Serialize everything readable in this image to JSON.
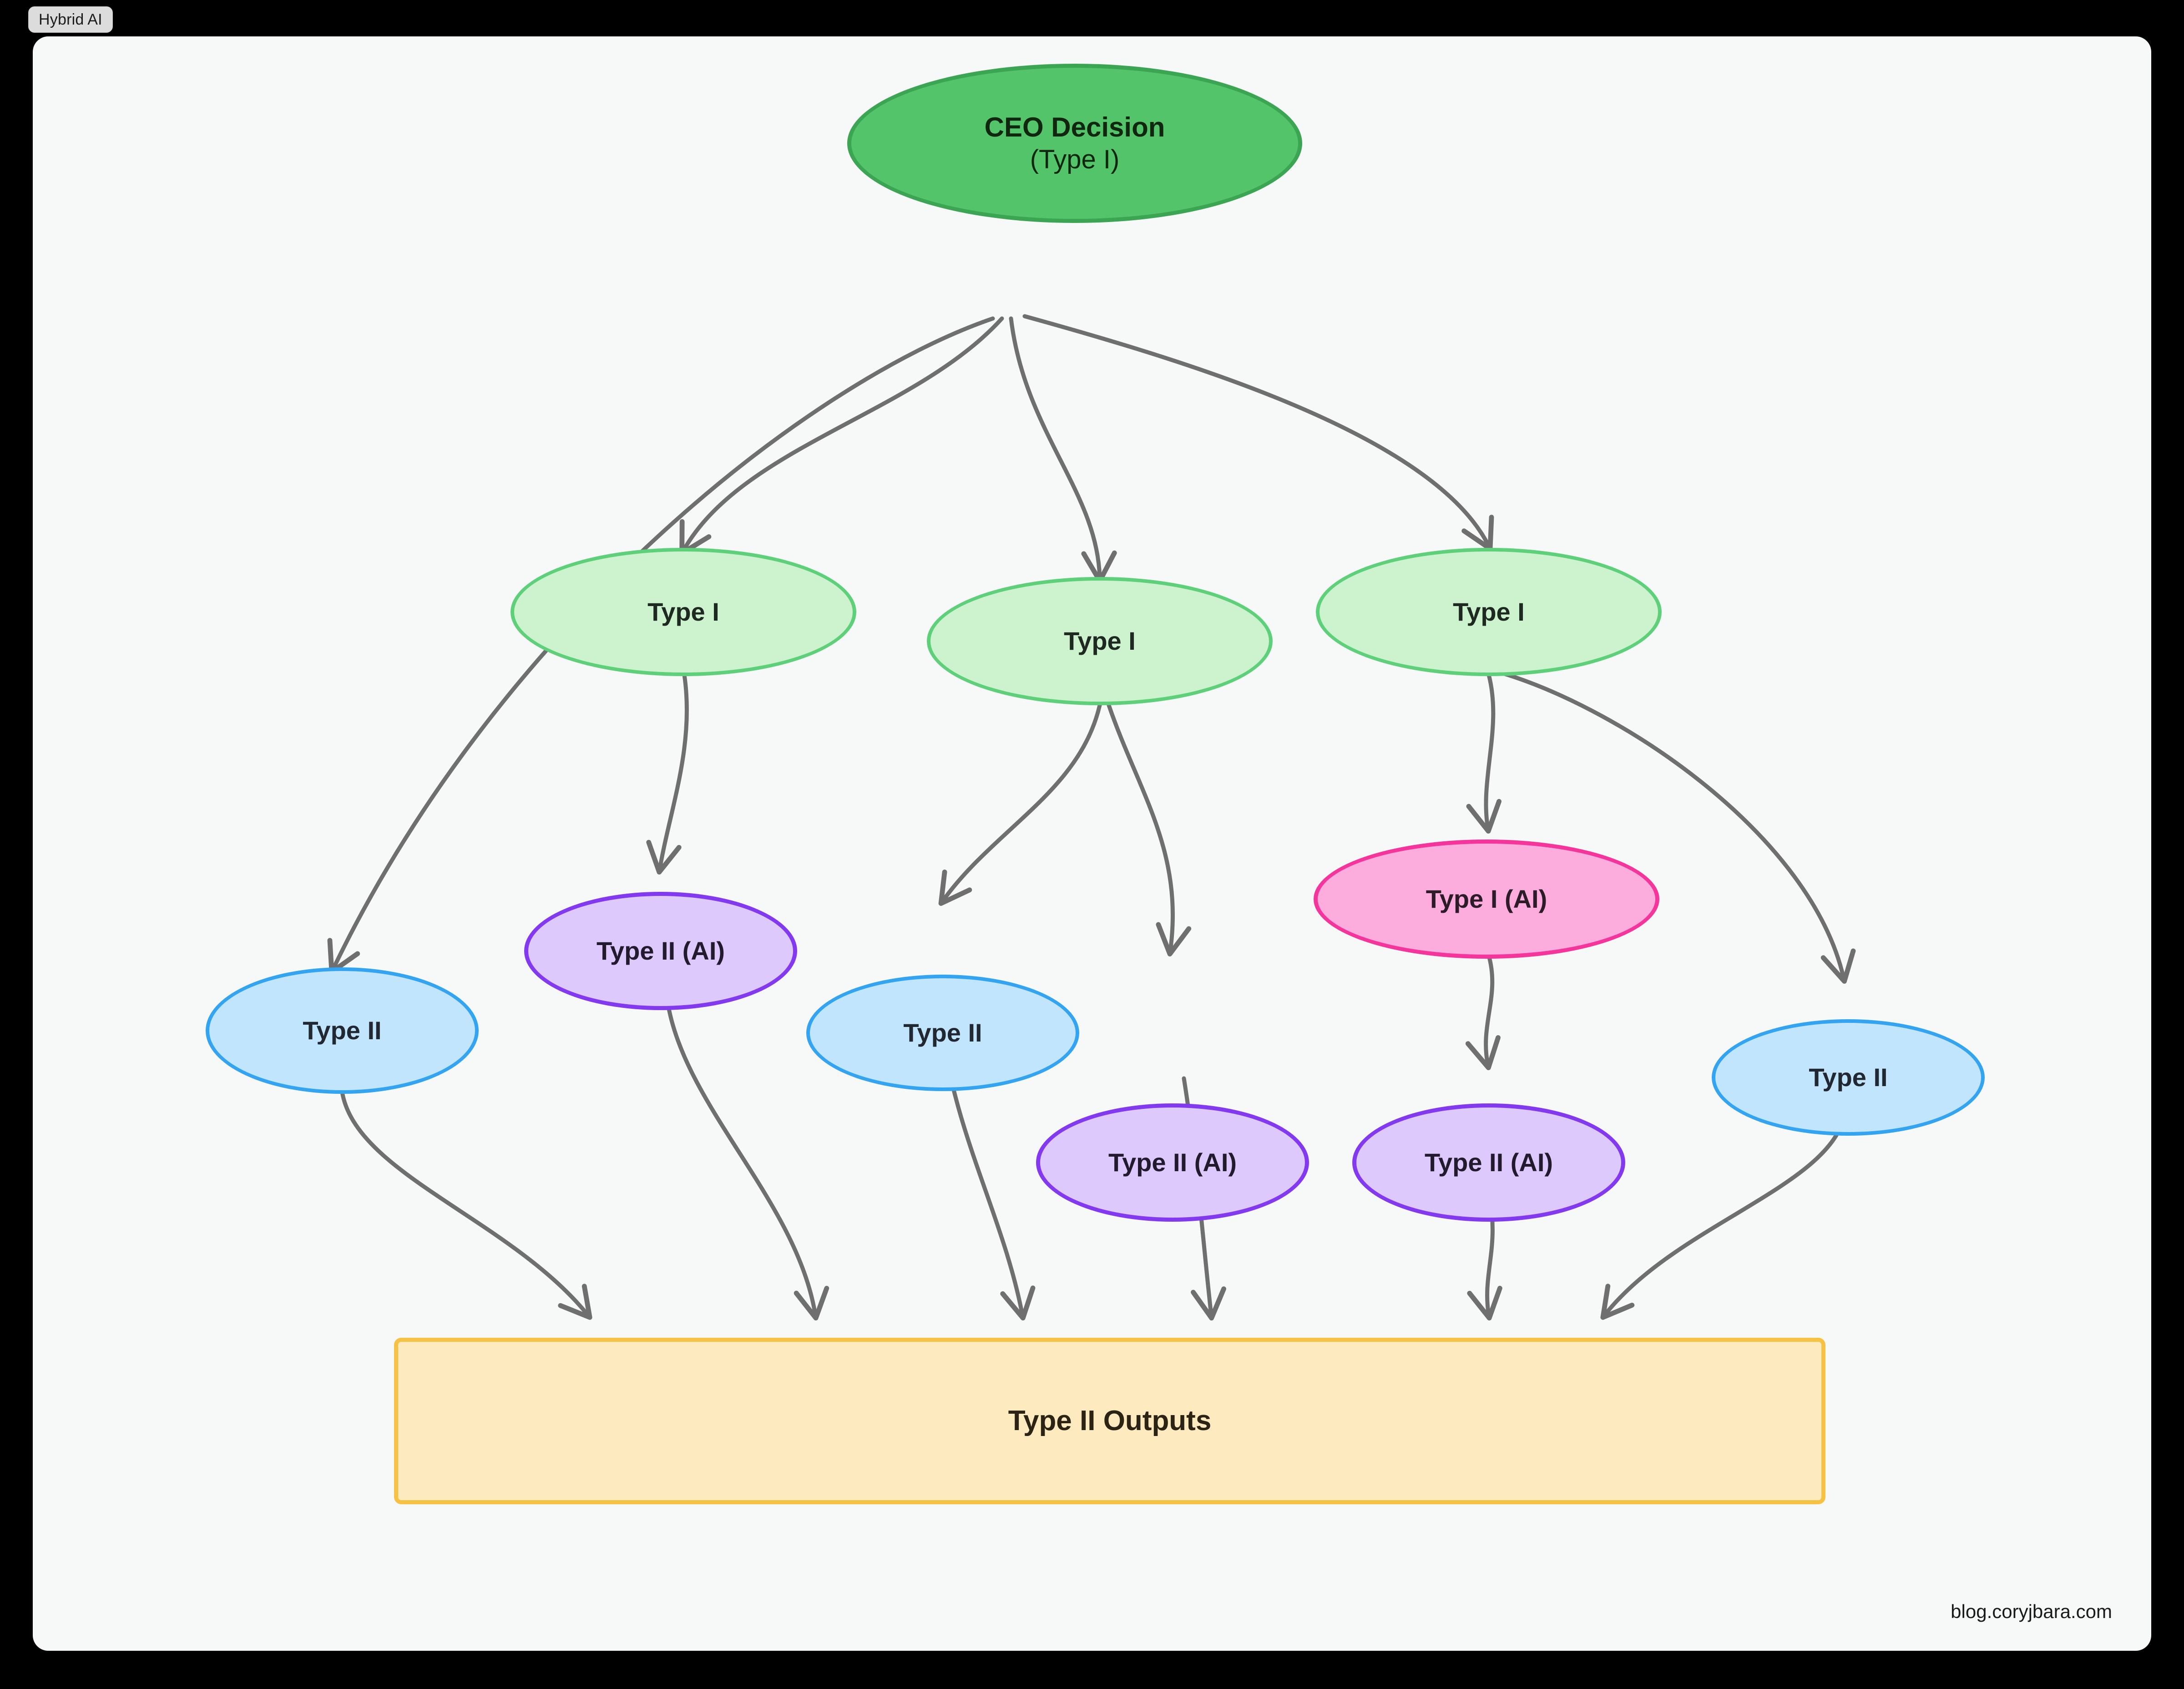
{
  "tab": {
    "label": "Hybrid AI"
  },
  "footer": {
    "watermark": "blog.coryjbara.com"
  },
  "colors": {
    "page_background": "#000000",
    "panel_background": "#f7f8f8",
    "edge_stroke": "#6f6f6f",
    "root_fill": "#54C46A",
    "root_stroke": "#3CA553",
    "typei_fill": "#CDF2CE",
    "typei_stroke": "#5FD07A",
    "typeii_fill": "#C2E5FE",
    "typeii_stroke": "#33A4F2",
    "typeii_ai_fill": "#DDC9FB",
    "typeii_ai_stroke": "#8239F0",
    "typei_ai_fill": "#FDACDE",
    "typei_ai_stroke": "#F5349C",
    "output_fill": "#FDEBBF",
    "output_stroke": "#F7C144"
  },
  "diagram": {
    "type": "flowchart",
    "direction": "top-down",
    "nodes": {
      "root": {
        "line1": "CEO Decision",
        "line2": "(Type I)",
        "shape": "ellipse",
        "category": "root"
      },
      "typei_a": {
        "label": "Type I",
        "shape": "ellipse",
        "category": "type-i"
      },
      "typei_b": {
        "label": "Type I",
        "shape": "ellipse",
        "category": "type-i"
      },
      "typei_c": {
        "label": "Type I",
        "shape": "ellipse",
        "category": "type-i"
      },
      "typeii_left": {
        "label": "Type II",
        "shape": "ellipse",
        "category": "type-ii"
      },
      "typeii_mid": {
        "label": "Type II",
        "shape": "ellipse",
        "category": "type-ii"
      },
      "typeii_right": {
        "label": "Type II",
        "shape": "ellipse",
        "category": "type-ii"
      },
      "typeii_ai_a": {
        "label": "Type II (AI)",
        "shape": "ellipse",
        "category": "type-ii-ai"
      },
      "typeii_ai_b": {
        "label": "Type II (AI)",
        "shape": "ellipse",
        "category": "type-ii-ai"
      },
      "typeii_ai_c": {
        "label": "Type II (AI)",
        "shape": "ellipse",
        "category": "type-ii-ai"
      },
      "typei_ai": {
        "label": "Type I (AI)",
        "shape": "ellipse",
        "category": "type-i-ai"
      },
      "outputs": {
        "label": "Type II Outputs",
        "shape": "rect",
        "category": "output"
      }
    },
    "edges": [
      {
        "from": "root",
        "to": "typeii_left"
      },
      {
        "from": "root",
        "to": "typei_a"
      },
      {
        "from": "root",
        "to": "typei_b"
      },
      {
        "from": "root",
        "to": "typei_c"
      },
      {
        "from": "typei_a",
        "to": "typeii_ai_a"
      },
      {
        "from": "typei_b",
        "to": "typeii_mid"
      },
      {
        "from": "typei_b",
        "to": "typeii_ai_b"
      },
      {
        "from": "typei_c",
        "to": "typei_ai"
      },
      {
        "from": "typei_c",
        "to": "typeii_right"
      },
      {
        "from": "typei_ai",
        "to": "typeii_ai_c"
      },
      {
        "from": "typeii_left",
        "to": "outputs"
      },
      {
        "from": "typeii_ai_a",
        "to": "outputs"
      },
      {
        "from": "typeii_mid",
        "to": "outputs"
      },
      {
        "from": "typeii_ai_b",
        "to": "outputs"
      },
      {
        "from": "typeii_ai_c",
        "to": "outputs"
      },
      {
        "from": "typeii_right",
        "to": "outputs"
      }
    ]
  }
}
